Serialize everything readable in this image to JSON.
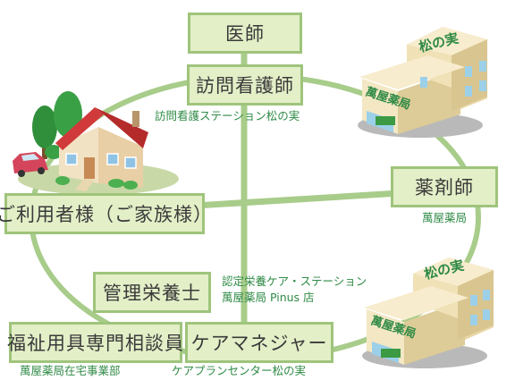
{
  "nodes": {
    "doctor": "医師",
    "visiting_nurse": "訪問看護師",
    "pharmacist": "薬剤師",
    "user_family": "ご利用者様（ご家族様）",
    "dietitian": "管理栄養士",
    "care_manager": "ケアマネジャー",
    "welfare_consultant": "福祉用具専門相談員"
  },
  "notes": {
    "visiting_nurse": "訪問看護ステーション松の実",
    "pharmacist": "萬屋薬局",
    "dietitian_line1": "認定栄養ケア・ステーション",
    "dietitian_line2": "萬屋薬局 Pinus 店",
    "welfare": "萬屋薬局在宅事業部",
    "care_manager": "ケアプランセンター松の実"
  },
  "building_signs": {
    "top_roof": "松の実",
    "top_wall": "萬屋薬局",
    "bottom_roof": "松の実",
    "bottom_wall": "萬屋薬局"
  },
  "colors": {
    "line": "#a8cc8a",
    "box_fill": "#e3efc7",
    "box_border": "#9fc47c",
    "note_text": "#2f8a45"
  }
}
